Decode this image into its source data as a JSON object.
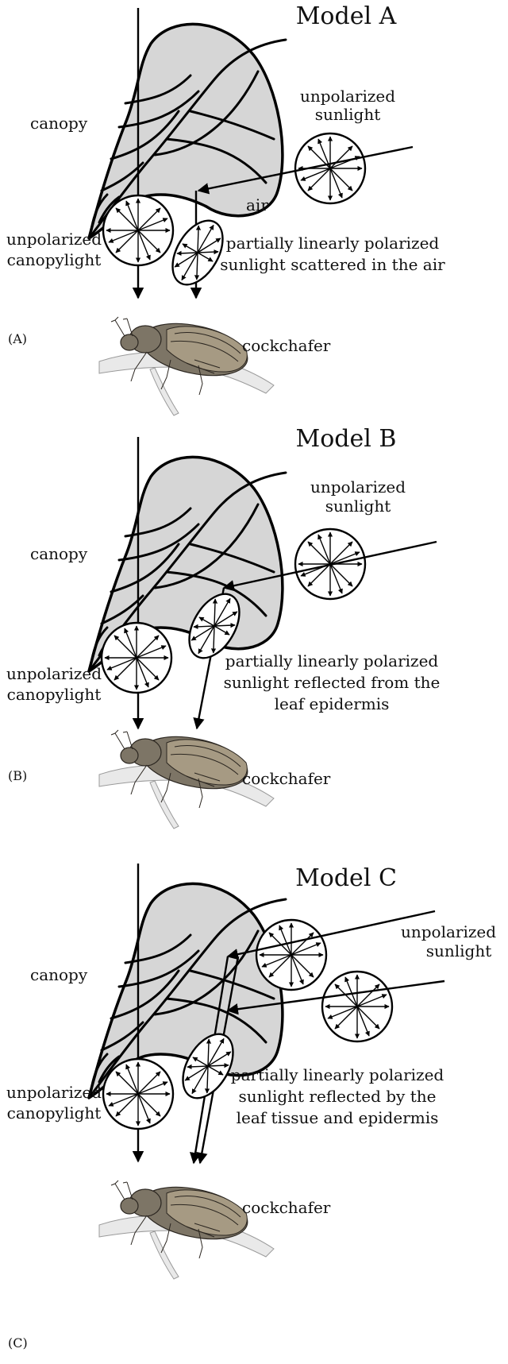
{
  "panels": [
    {
      "model_title": "Model A",
      "panel_label": "(A)",
      "canopy_label": "canopy",
      "sunlight_label": [
        "unpolarized",
        "sunlight"
      ],
      "air_label": "air",
      "canopylight_label": [
        "unpolarized",
        "canopylight"
      ],
      "polarized_label": [
        "partially linearly polarized",
        "sunlight scattered in the air"
      ],
      "insect_label": "cockchafer"
    },
    {
      "model_title": "Model B",
      "panel_label": "(B)",
      "canopy_label": "canopy",
      "sunlight_label": [
        "unpolarized",
        "sunlight"
      ],
      "canopylight_label": [
        "unpolarized",
        "canopylight"
      ],
      "polarized_label": [
        "partially linearly polarized",
        "sunlight reflected from the",
        "leaf epidermis"
      ],
      "insect_label": "cockchafer"
    },
    {
      "model_title": "Model C",
      "panel_label": "(C)",
      "canopy_label": "canopy",
      "sunlight_label": [
        "unpolarized",
        "sunlight"
      ],
      "canopylight_label": [
        "unpolarized",
        "canopylight"
      ],
      "polarized_label": [
        "partially linearly polarized",
        "sunlight reflected by the",
        "leaf tissue and epidermis"
      ],
      "insect_label": "cockchafer"
    }
  ],
  "icons": {
    "leaf": "leaf-icon",
    "polarization_unpolarized": "starburst-circle-icon",
    "polarization_partial": "starburst-ellipse-icon",
    "insect": "cockchafer-beetle-icon"
  }
}
